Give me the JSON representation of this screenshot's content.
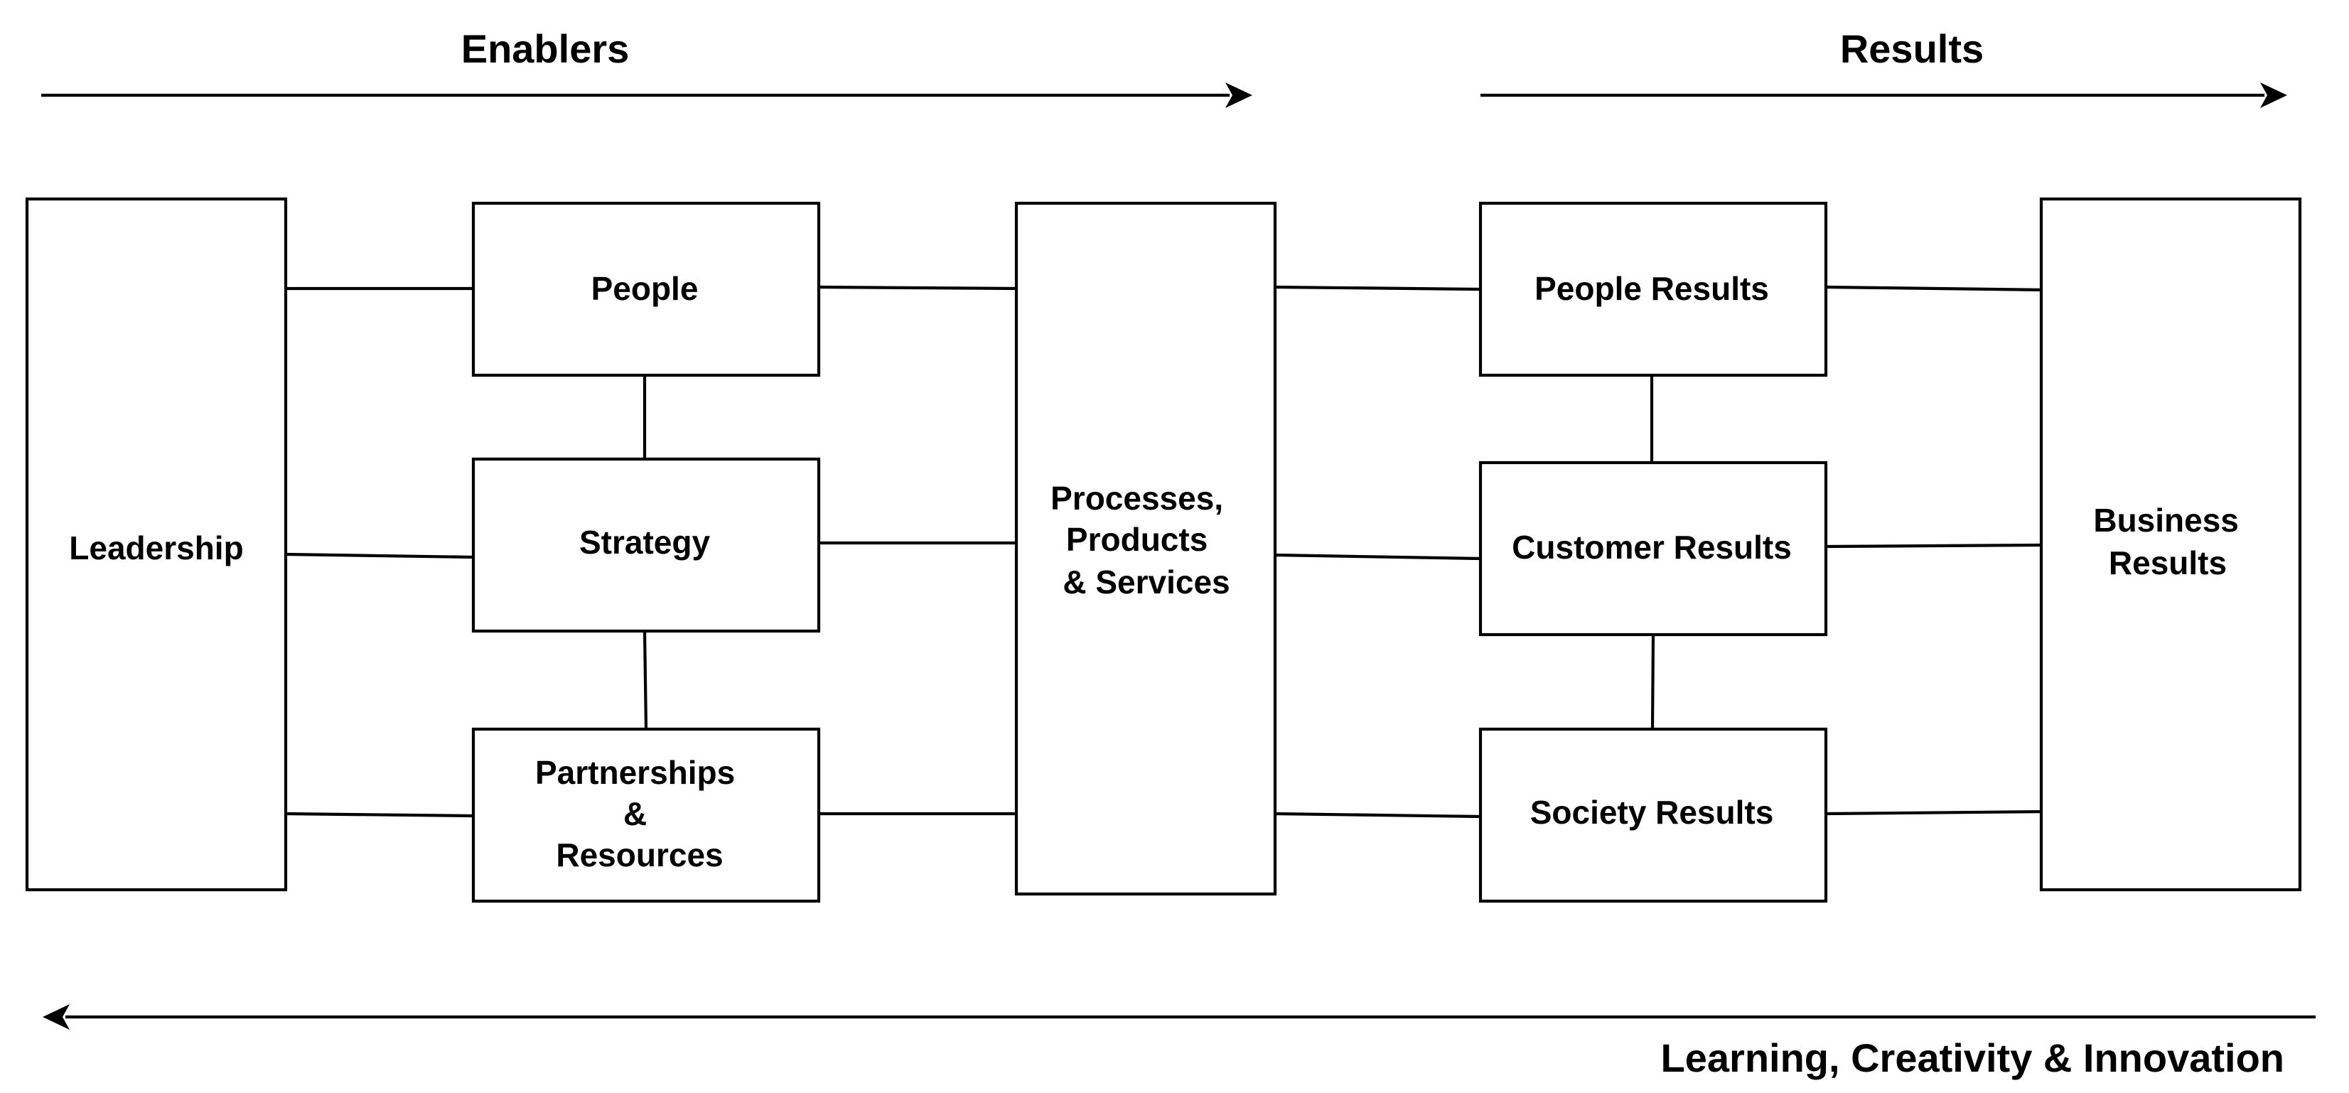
{
  "headers": {
    "enablers": "Enablers",
    "results": "Results"
  },
  "boxes": {
    "leadership": [
      "Leadership"
    ],
    "people": [
      "People"
    ],
    "strategy": [
      "Strategy"
    ],
    "partnerships": [
      "Partnerships",
      "&",
      "Resources"
    ],
    "processes": [
      "Processes,",
      "Products",
      "& Services"
    ],
    "people_results": [
      "People Results"
    ],
    "customer_results": [
      "Customer Results"
    ],
    "society_results": [
      "Society Results"
    ],
    "business_results": [
      "Business",
      "Results"
    ]
  },
  "footer": {
    "label": "Learning, Creativity & Innovation"
  }
}
